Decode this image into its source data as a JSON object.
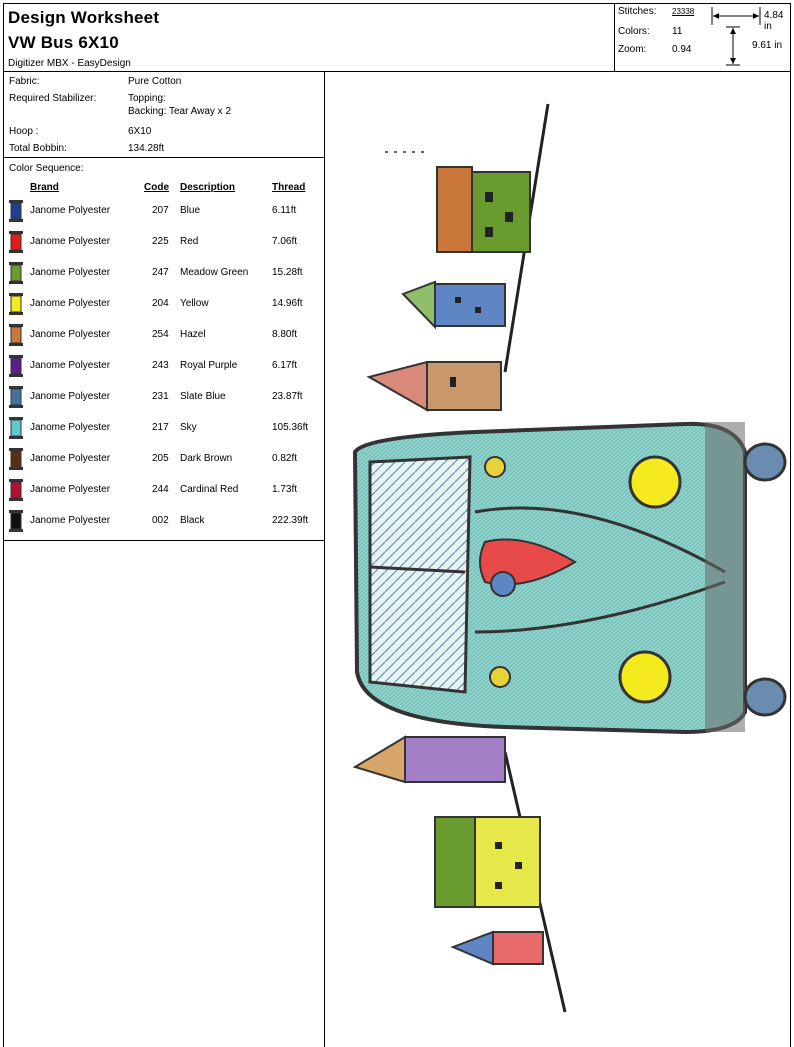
{
  "header": {
    "title": "Design Worksheet",
    "design_name": "VW Bus 6X10",
    "digitizer": "Digitizer MBX - EasyDesign"
  },
  "stats": {
    "stitches_label": "Stitches:",
    "stitches_value": "23338",
    "colors_label": "Colors:",
    "colors_value": "11",
    "zoom_label": "Zoom:",
    "zoom_value": "0.94",
    "width_value": "4.84 in",
    "height_value": "9.61 in"
  },
  "info": {
    "fabric_label": "Fabric:",
    "fabric_value": "Pure Cotton",
    "stabilizer_label": "Required Stabilizer:",
    "topping_value": "Topping:",
    "backing_value": "Backing: Tear Away x 2",
    "hoop_label": "Hoop :",
    "hoop_value": "6X10",
    "bobbin_label": "Total Bobbin:",
    "bobbin_value": "134.28ft"
  },
  "color_sequence": {
    "label": "Color Sequence:",
    "headers": {
      "brand": "Brand",
      "code": "Code",
      "description": "Description",
      "thread": "Thread"
    },
    "rows": [
      {
        "brand": "Janome Polyester",
        "code": "207",
        "description": "Blue",
        "thread": "6.11ft",
        "color": "#1f3f8f"
      },
      {
        "brand": "Janome Polyester",
        "code": "225",
        "description": "Red",
        "thread": "7.06ft",
        "color": "#e21b1b"
      },
      {
        "brand": "Janome Polyester",
        "code": "247",
        "description": "Meadow Green",
        "thread": "15.28ft",
        "color": "#6a9b2e"
      },
      {
        "brand": "Janome Polyester",
        "code": "204",
        "description": "Yellow",
        "thread": "14.96ft",
        "color": "#f4ea1e"
      },
      {
        "brand": "Janome Polyester",
        "code": "254",
        "description": "Hazel",
        "thread": "8.80ft",
        "color": "#c8763a"
      },
      {
        "brand": "Janome Polyester",
        "code": "243",
        "description": "Royal Purple",
        "thread": "6.17ft",
        "color": "#5b1f8a"
      },
      {
        "brand": "Janome Polyester",
        "code": "231",
        "description": "Slate Blue",
        "thread": "23.87ft",
        "color": "#44749e"
      },
      {
        "brand": "Janome Polyester",
        "code": "217",
        "description": "Sky",
        "thread": "105.36ft",
        "color": "#5fc8cf"
      },
      {
        "brand": "Janome Polyester",
        "code": "205",
        "description": "Dark Brown",
        "thread": "0.82ft",
        "color": "#5a2e14"
      },
      {
        "brand": "Janome Polyester",
        "code": "244",
        "description": "Cardinal Red",
        "thread": "1.73ft",
        "color": "#b01230"
      },
      {
        "brand": "Janome Polyester",
        "code": "002",
        "description": "Black",
        "thread": "222.39ft",
        "color": "#111111"
      }
    ]
  },
  "preview": {
    "icon": "embroidery-design-preview",
    "bus_color": "#8fd3cc",
    "bus_outline": "#3a3a3a"
  }
}
